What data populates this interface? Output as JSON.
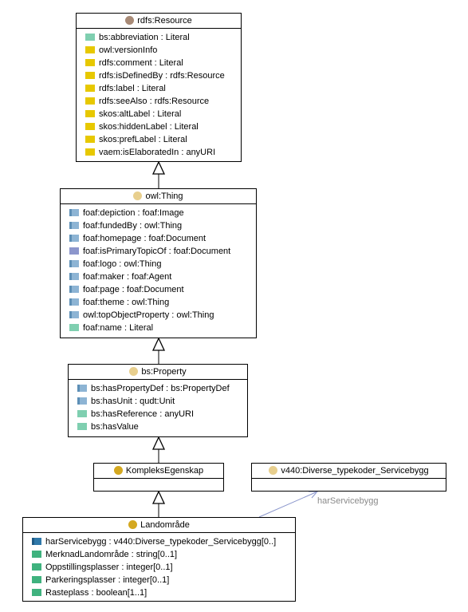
{
  "classes": {
    "resource": {
      "title": "rdfs:Resource",
      "dot_color": "#a88a76",
      "attributes": [
        {
          "text": "bs:abbreviation : Literal",
          "icon": "literal-property-icon",
          "color": "#7fcfb0"
        },
        {
          "text": "owl:versionInfo",
          "icon": "annotation-property-icon",
          "color": "#e7c800"
        },
        {
          "text": "rdfs:comment : Literal",
          "icon": "annotation-property-icon",
          "color": "#e7c800"
        },
        {
          "text": "rdfs:isDefinedBy : rdfs:Resource",
          "icon": "annotation-property-icon",
          "color": "#e7c800"
        },
        {
          "text": "rdfs:label : Literal",
          "icon": "annotation-property-icon",
          "color": "#e7c800"
        },
        {
          "text": "rdfs:seeAlso : rdfs:Resource",
          "icon": "annotation-property-icon",
          "color": "#e7c800"
        },
        {
          "text": "skos:altLabel : Literal",
          "icon": "annotation-property-icon",
          "color": "#e7c800"
        },
        {
          "text": "skos:hiddenLabel : Literal",
          "icon": "annotation-property-icon",
          "color": "#e7c800"
        },
        {
          "text": "skos:prefLabel : Literal",
          "icon": "annotation-property-icon",
          "color": "#e7c800"
        },
        {
          "text": "vaem:isElaboratedIn : anyURI",
          "icon": "annotation-property-icon",
          "color": "#e7c800"
        }
      ]
    },
    "thing": {
      "title": "owl:Thing",
      "dot_color": "#e8cf8e",
      "attributes": [
        {
          "text": "foaf:depiction : foaf:Image",
          "icon": "object-property-icon",
          "color": "#8db4d4"
        },
        {
          "text": "foaf:fundedBy : owl:Thing",
          "icon": "object-property-icon",
          "color": "#8db4d4"
        },
        {
          "text": "foaf:homepage : foaf:Document",
          "icon": "object-property-icon",
          "color": "#8db4d4"
        },
        {
          "text": "foaf:isPrimaryTopicOf : foaf:Document",
          "icon": "inverse-functional-property-icon",
          "color": "#8c96cc"
        },
        {
          "text": "foaf:logo : owl:Thing",
          "icon": "object-property-icon",
          "color": "#8db4d4"
        },
        {
          "text": "foaf:maker : foaf:Agent",
          "icon": "object-property-icon",
          "color": "#8db4d4"
        },
        {
          "text": "foaf:page : foaf:Document",
          "icon": "object-property-icon",
          "color": "#8db4d4"
        },
        {
          "text": "foaf:theme : owl:Thing",
          "icon": "object-property-icon",
          "color": "#8db4d4"
        },
        {
          "text": "owl:topObjectProperty : owl:Thing",
          "icon": "object-property-icon",
          "color": "#8db4d4"
        },
        {
          "text": "foaf:name : Literal",
          "icon": "literal-property-icon",
          "color": "#7fcfb0"
        }
      ]
    },
    "property": {
      "title": "bs:Property",
      "dot_color": "#e8cf8e",
      "attributes": [
        {
          "text": "bs:hasPropertyDef : bs:PropertyDef",
          "icon": "object-property-icon",
          "color": "#8db4d4"
        },
        {
          "text": "bs:hasUnit : qudt:Unit",
          "icon": "object-property-icon",
          "color": "#8db4d4"
        },
        {
          "text": "bs:hasReference : anyURI",
          "icon": "literal-property-icon",
          "color": "#7fcfb0"
        },
        {
          "text": "bs:hasValue",
          "icon": "literal-property-icon",
          "color": "#7fcfb0"
        }
      ]
    },
    "kompleks": {
      "title": "KompleksEgenskap",
      "dot_color": "#d4a820",
      "attributes": []
    },
    "v440": {
      "title": "v440:Diverse_typekoder_Servicebygg",
      "dot_color": "#e8cf8e",
      "attributes": []
    },
    "landomrade": {
      "title": "Landområde",
      "dot_color": "#d4a820",
      "attributes": [
        {
          "text": "harServicebygg : v440:Diverse_typekoder_Servicebygg[0..]",
          "icon": "object-property-icon",
          "color": "#2f78a9"
        },
        {
          "text": "MerknadLandområde : string[0..1]",
          "icon": "datatype-property-icon",
          "color": "#3fb27e"
        },
        {
          "text": "Oppstillingsplasser : integer[0..1]",
          "icon": "datatype-property-icon",
          "color": "#3fb27e"
        },
        {
          "text": "Parkeringsplasser : integer[0..1]",
          "icon": "datatype-property-icon",
          "color": "#3fb27e"
        },
        {
          "text": "Rasteplass : boolean[1..1]",
          "icon": "datatype-property-icon",
          "color": "#3fb27e"
        }
      ]
    }
  },
  "edges": {
    "association_label": "harServicebygg",
    "association_color": "#8a96cc",
    "generalization_color": "#000000"
  }
}
